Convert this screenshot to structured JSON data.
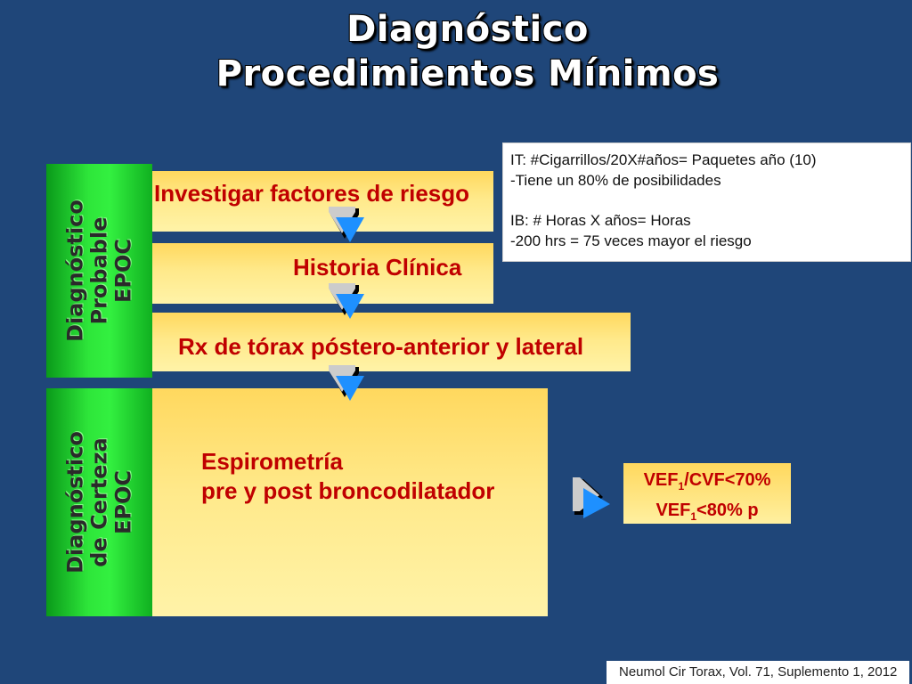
{
  "title": {
    "line1": "Diagnóstico",
    "line2": "Procedimientos Mínimos"
  },
  "side_labels": {
    "probable": [
      "Diagnóstico",
      "Probable",
      "EPOC"
    ],
    "certeza": [
      "Diagnóstico",
      "de Certeza",
      "EPOC"
    ]
  },
  "steps": {
    "investigar": "Investigar factores de riesgo",
    "historia": "Historia Clínica",
    "rx": "Rx de tórax póstero-anterior y lateral",
    "espirometria_line1": "Espirometría",
    "espirometria_line2": "pre y post broncodilatador"
  },
  "info_box": {
    "line1": "IT:  #Cigarrillos/20X#años= Paquetes año (10)",
    "line2": "-Tiene un 80% de posibilidades",
    "line3": "IB:  # Horas X años= Horas",
    "line4": "-200 hrs = 75 veces mayor el riesgo"
  },
  "result": {
    "l1_prefix": "VEF",
    "l1_sub": "1",
    "l1_suffix": "/CVF<70%",
    "l2_prefix": "VEF",
    "l2_sub": "1",
    "l2_suffix": "<80% p"
  },
  "citation": "Neumol Cir Torax, Vol. 71, Suplemento 1, 2012",
  "colors": {
    "background": "#1f4679",
    "step_box": "#ffe27a",
    "step_text": "#c00000",
    "side_band": "#2ee63a",
    "arrow": "#1e90ff"
  }
}
